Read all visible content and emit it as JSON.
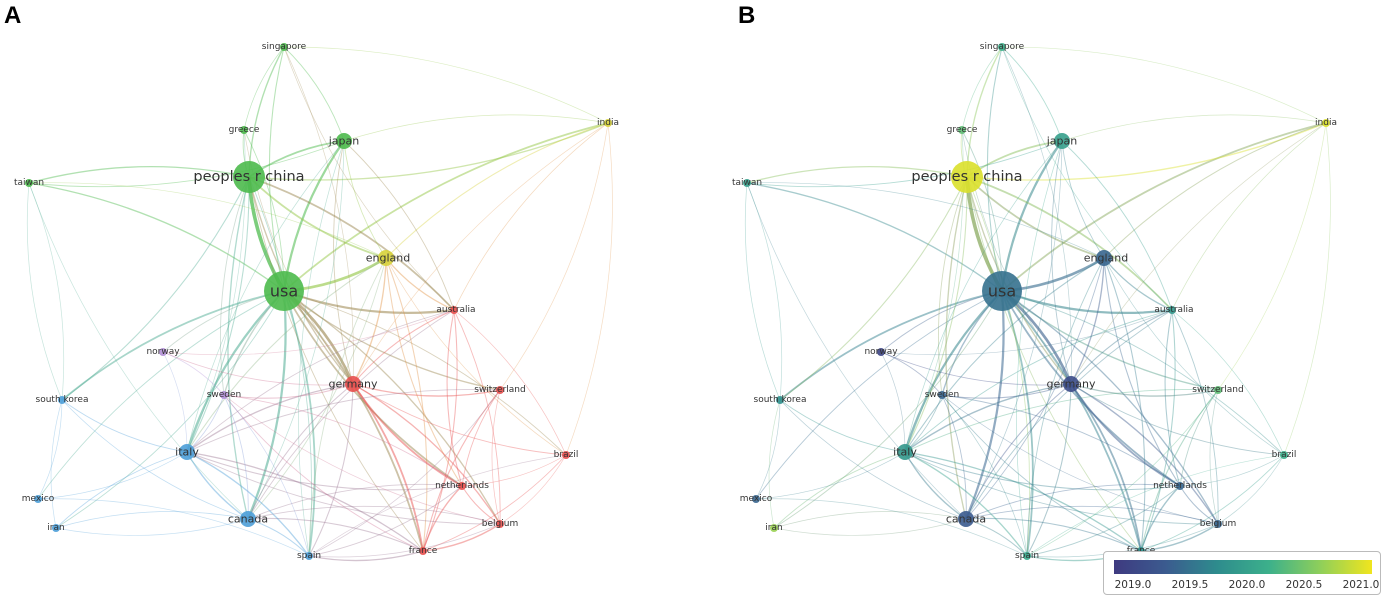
{
  "panels": [
    {
      "id": "A",
      "label": "A"
    },
    {
      "id": "B",
      "label": "B"
    }
  ],
  "nodes": [
    {
      "id": "singapore",
      "label": "singapore",
      "size": "small",
      "cluster": "green",
      "year": 2020.2
    },
    {
      "id": "india",
      "label": "india",
      "size": "small",
      "cluster": "yellow",
      "year": 2021.0
    },
    {
      "id": "greece",
      "label": "greece",
      "size": "small",
      "cluster": "green",
      "year": 2020.4
    },
    {
      "id": "japan",
      "label": "japan",
      "size": "medium",
      "cluster": "green",
      "year": 2020.0
    },
    {
      "id": "taiwan",
      "label": "taiwan",
      "size": "small",
      "cluster": "green",
      "year": 2020.0
    },
    {
      "id": "china",
      "label": "peoples r china",
      "size": "large",
      "cluster": "green",
      "year": 2021.0
    },
    {
      "id": "england",
      "label": "england",
      "size": "medium",
      "cluster": "yellow",
      "year": 2019.4
    },
    {
      "id": "usa",
      "label": "usa",
      "size": "xlarge",
      "cluster": "green",
      "year": 2019.5
    },
    {
      "id": "australia",
      "label": "australia",
      "size": "small",
      "cluster": "red",
      "year": 2019.9
    },
    {
      "id": "norway",
      "label": "norway",
      "size": "small",
      "cluster": "purple",
      "year": 2019.0
    },
    {
      "id": "south_korea",
      "label": "south korea",
      "size": "small",
      "cluster": "blue",
      "year": 2019.8
    },
    {
      "id": "germany",
      "label": "germany",
      "size": "medium",
      "cluster": "red",
      "year": 2019.1
    },
    {
      "id": "switzerland",
      "label": "switzerland",
      "size": "small",
      "cluster": "red",
      "year": 2020.4
    },
    {
      "id": "sweden",
      "label": "sweden",
      "size": "small",
      "cluster": "purple",
      "year": 2019.4
    },
    {
      "id": "brazil",
      "label": "brazil",
      "size": "small",
      "cluster": "red",
      "year": 2020.2
    },
    {
      "id": "italy",
      "label": "italy",
      "size": "medium",
      "cluster": "blue",
      "year": 2019.9
    },
    {
      "id": "mexico",
      "label": "mexico",
      "size": "small",
      "cluster": "blue",
      "year": 2019.4
    },
    {
      "id": "netherlands",
      "label": "netherlands",
      "size": "small",
      "cluster": "red",
      "year": 2019.4
    },
    {
      "id": "iran",
      "label": "iran",
      "size": "small",
      "cluster": "blue",
      "year": 2020.7
    },
    {
      "id": "canada",
      "label": "canada",
      "size": "medium",
      "cluster": "blue",
      "year": 2019.3
    },
    {
      "id": "belgium",
      "label": "belgium",
      "size": "small",
      "cluster": "red",
      "year": 2019.4
    },
    {
      "id": "spain",
      "label": "spain",
      "size": "small",
      "cluster": "blue",
      "year": 2020.1
    },
    {
      "id": "france",
      "label": "france",
      "size": "small",
      "cluster": "red",
      "year": 2019.8
    }
  ],
  "cluster_colors": {
    "green": "#4cba4c",
    "yellow": "#d7d23a",
    "red": "#e8504e",
    "blue": "#4d9ed8",
    "purple": "#b18fd6"
  },
  "colorbar": {
    "ticks": [
      "2019.0",
      "2019.5",
      "2020.0",
      "2020.5",
      "2021.0"
    ],
    "range": [
      2018.85,
      2021.1
    ],
    "colors": [
      "#3e3a80",
      "#3b5b8f",
      "#2e8c8d",
      "#3cb08b",
      "#8fcf5a",
      "#f0e51e"
    ]
  }
}
